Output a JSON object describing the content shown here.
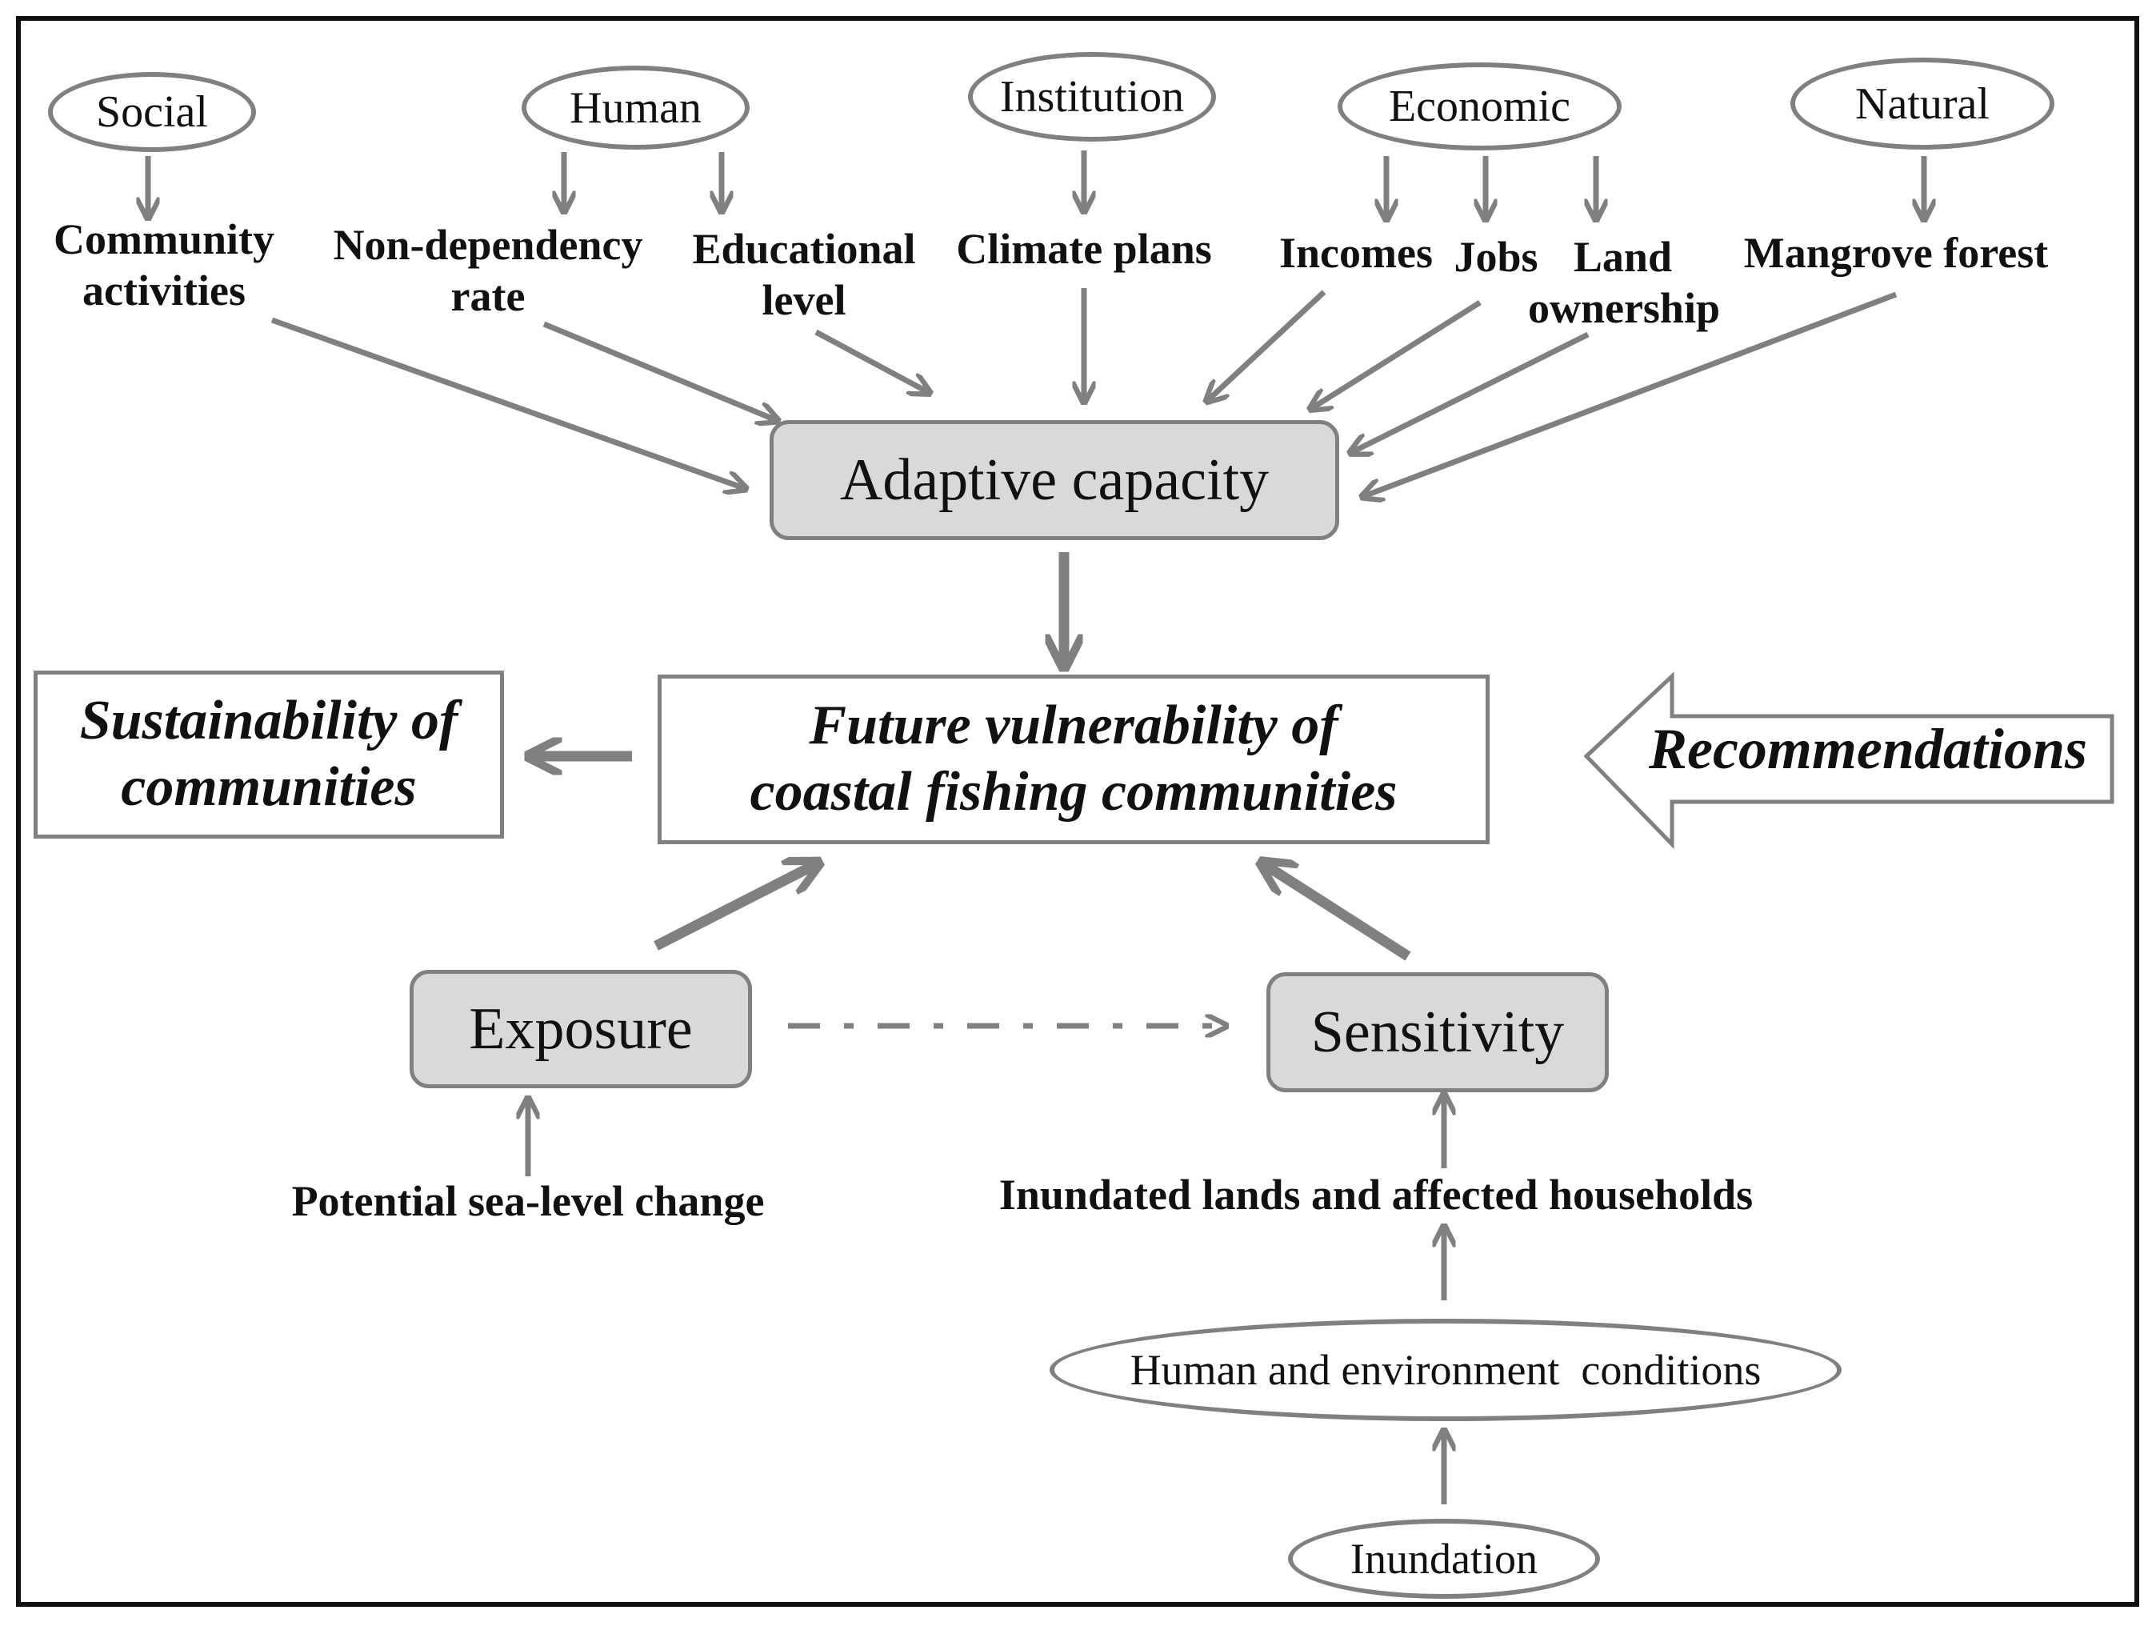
{
  "categories": {
    "social": "Social",
    "human": "Human",
    "institution": "Institution",
    "economic": "Economic",
    "natural": "Natural"
  },
  "indicators": {
    "community_activities": [
      "Community",
      "activities"
    ],
    "non_dependency_rate": [
      "Non-dependency",
      "rate"
    ],
    "educational_level": [
      "Educational",
      "level"
    ],
    "climate_plans": "Climate plans",
    "incomes": "Incomes",
    "jobs": "Jobs",
    "land_ownership": [
      "Land",
      "ownership"
    ],
    "mangrove_forest": "Mangrove forest"
  },
  "components": {
    "adaptive_capacity": "Adaptive capacity",
    "exposure": "Exposure",
    "sensitivity": "Sensitivity"
  },
  "outcome": {
    "future_vulnerability": [
      "Future vulnerability of",
      "coastal fishing communities"
    ],
    "sustainability": [
      "Sustainability of",
      "communities"
    ],
    "recommendations": "Recommendations"
  },
  "drivers": {
    "potential_sea_level_change": "Potential sea-level change",
    "inundated_lands": "Inundated lands and affected households",
    "human_environment_conditions": "Human and environment  conditions",
    "inundation": "Inundation"
  },
  "colors": {
    "arrow": "#808080",
    "box_fill": "#d9d9d9",
    "frame": "#111111"
  }
}
